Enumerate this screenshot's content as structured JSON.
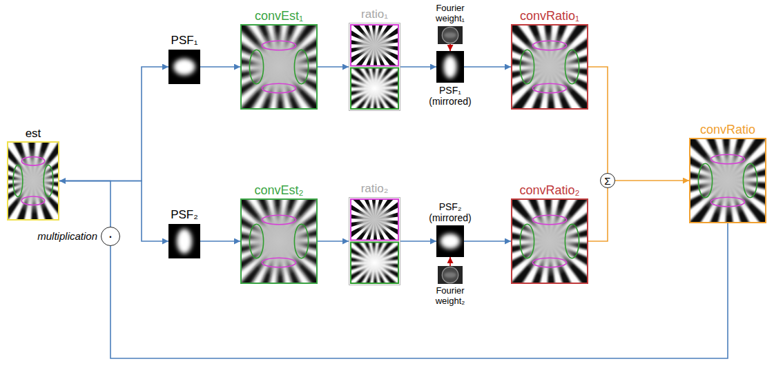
{
  "diagram": {
    "nodes": [
      {
        "text": [
          "est"
        ]
      },
      {
        "text": [
          "PSF₁"
        ]
      },
      {
        "text": [
          "convEst₁"
        ]
      },
      {
        "text": [
          "ratio₁"
        ]
      },
      {
        "text": [
          "Fourier weight₁"
        ]
      },
      {
        "text": [
          "PSF₁ (mirrored)"
        ]
      },
      {
        "text": [
          "convRatio₁"
        ]
      },
      {
        "text": [
          "PSF₂"
        ]
      },
      {
        "text": [
          "convEst₂"
        ]
      },
      {
        "text": [
          "ratio₂"
        ]
      },
      {
        "text": [
          "PSF₂ (mirrored)"
        ]
      },
      {
        "text": [
          "Fourier weight₂"
        ]
      },
      {
        "text": [
          "convRatio₂"
        ]
      },
      {
        "text": [
          "Σ"
        ]
      },
      {
        "text": [
          "convRatio"
        ]
      },
      {
        "text": [
          "·"
        ]
      }
    ],
    "edges": [
      {
        "from": 0,
        "to": 1,
        "arrow": "to"
      },
      {
        "from": 0,
        "to": 7,
        "arrow": "to"
      },
      {
        "from": 1,
        "to": 2,
        "arrow": "to"
      },
      {
        "from": 2,
        "to": 3,
        "arrow": "to"
      },
      {
        "from": 3,
        "to": 5,
        "arrow": "to"
      },
      {
        "from": 4,
        "to": 5,
        "arrow": "to"
      },
      {
        "from": 5,
        "to": 6,
        "arrow": "to"
      },
      {
        "from": 7,
        "to": 8,
        "arrow": "to"
      },
      {
        "from": 8,
        "to": 9,
        "arrow": "to"
      },
      {
        "from": 9,
        "to": 10,
        "arrow": "to"
      },
      {
        "from": 11,
        "to": 10,
        "arrow": "to"
      },
      {
        "from": 10,
        "to": 12,
        "arrow": "to"
      },
      {
        "from": 6,
        "to": 13,
        "arrow": "none"
      },
      {
        "from": 12,
        "to": 13,
        "arrow": "none"
      },
      {
        "from": 13,
        "to": 14,
        "arrow": "to"
      },
      {
        "from": 14,
        "to": 15,
        "arrow": "none"
      },
      {
        "from": 15,
        "to": 0,
        "arrow": "to"
      }
    ],
    "labels": [
      "multiplication"
    ]
  }
}
